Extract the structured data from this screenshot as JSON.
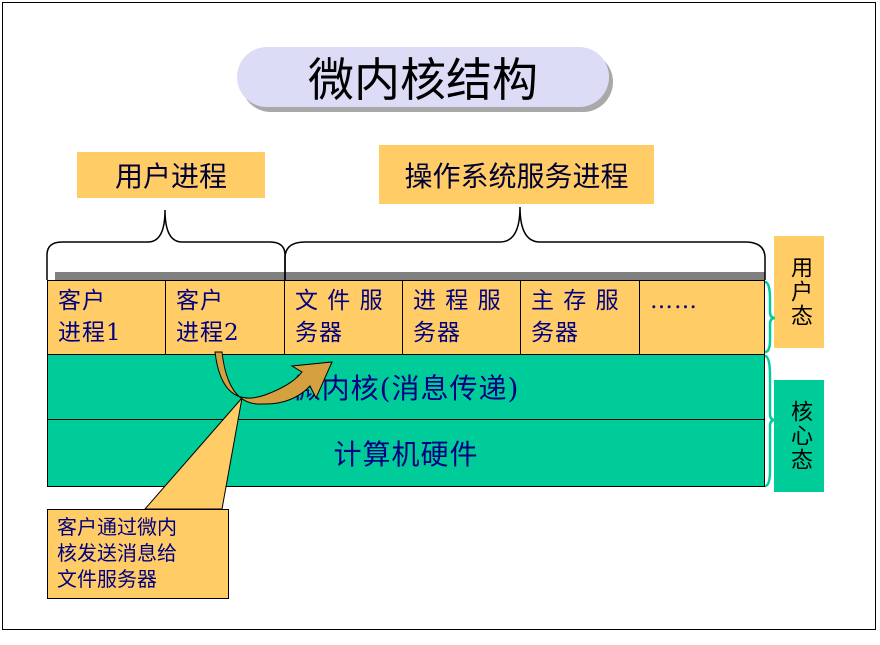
{
  "title": "微内核结构",
  "user_process_label": "用户进程",
  "os_service_label": "操作系统服务进程",
  "cells": [
    {
      "line1": "客户",
      "line2": "进程1"
    },
    {
      "line1": "客户",
      "line2": "进程2"
    },
    {
      "line1": "文 件 服",
      "line2": "务器"
    },
    {
      "line1": "进 程 服",
      "line2": "务器"
    },
    {
      "line1": "主 存 服",
      "line2": "务器"
    },
    {
      "line1": "……",
      "line2": ""
    }
  ],
  "kernel_band": "微内核(消息传递)",
  "hardware_band": "计算机硬件",
  "user_mode": "用户态",
  "kernel_mode": "核心态",
  "callout": {
    "line1": "客户通过微内",
    "line2": "核发送消息给",
    "line3": "文件服务器"
  },
  "colors": {
    "box": "#ffcc66",
    "band": "#00cc99",
    "title_bg": "#dcdcf7",
    "text": "#000080"
  }
}
